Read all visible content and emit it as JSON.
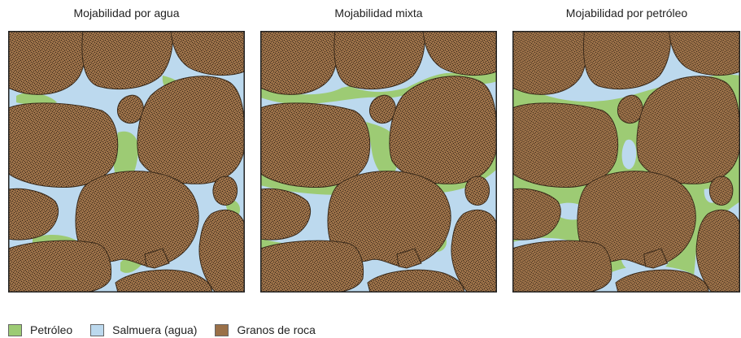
{
  "panels": [
    {
      "title": "Mojabilidad por agua",
      "variant": "water-wet"
    },
    {
      "title": "Mojabilidad mixta",
      "variant": "mixed-wet"
    },
    {
      "title": "Mojabilidad por petróleo",
      "variant": "oil-wet"
    }
  ],
  "legend": [
    {
      "label": "Petróleo",
      "color": "#9dcb74"
    },
    {
      "label": "Salmuera (agua)",
      "color": "#bcd9ee"
    },
    {
      "label": "Granos de roca",
      "color": "#9a7048"
    }
  ],
  "colors": {
    "oil": "#9dcb74",
    "brine": "#bcd9ee",
    "grain": "#9a7048",
    "grain_outline": "#3a2a1a",
    "frame": "#222222"
  }
}
